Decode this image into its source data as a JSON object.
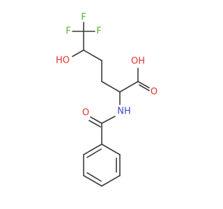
{
  "molecule": {
    "atoms": {
      "f_top": {
        "label": "F",
        "color": "#53b23a"
      },
      "f_left": {
        "label": "F",
        "color": "#53b23a"
      },
      "f_right": {
        "label": "F",
        "color": "#53b23a"
      },
      "ho": {
        "label": "HO",
        "color": "#e8332c"
      },
      "oh": {
        "label": "OH",
        "color": "#e8332c"
      },
      "o_acid": {
        "label": "O",
        "color": "#e8332c"
      },
      "nh": {
        "label": "NH",
        "color": "#3b47c4"
      },
      "o_amide": {
        "label": "O",
        "color": "#e8332c"
      }
    },
    "colors": {
      "bond": "#3a3a3a",
      "oxygen": "#e8332c",
      "nitrogen": "#3b47c4",
      "fluorine": "#53b23a"
    }
  }
}
